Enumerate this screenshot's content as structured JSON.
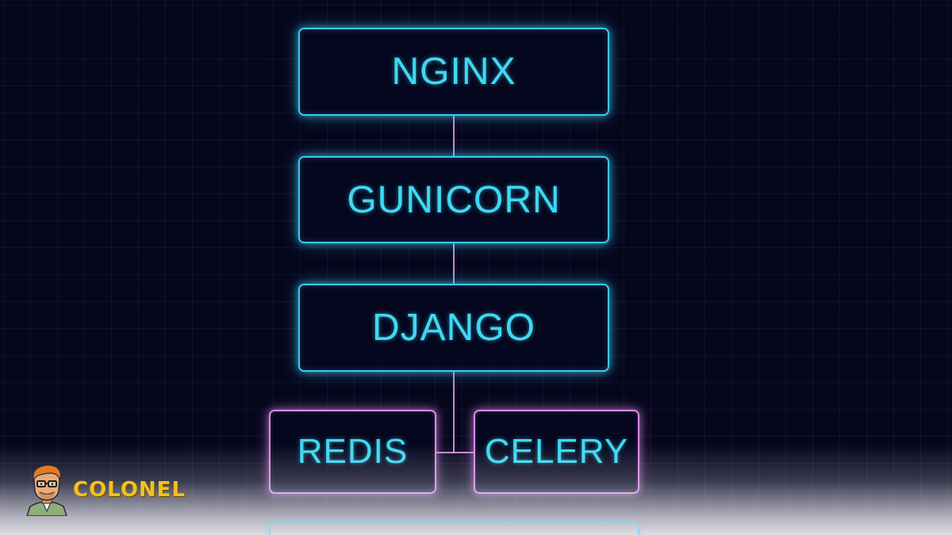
{
  "diagram": {
    "nodes": {
      "nginx": "NGINX",
      "gunicorn": "GUNICORN",
      "django": "DJANGO",
      "redis": "REDIS",
      "celery": "CELERY",
      "partial": ""
    },
    "edges": [
      [
        "nginx",
        "gunicorn"
      ],
      [
        "gunicorn",
        "django"
      ],
      [
        "django",
        "redis"
      ],
      [
        "django",
        "celery"
      ]
    ]
  },
  "brand": {
    "name": "COLONEL"
  },
  "colors": {
    "background": "#06061c",
    "primary_node": "#3cc8ee",
    "secondary_node": "#d98ae8",
    "label_text": "#3fd8f3",
    "connector": "#c28bd6",
    "brand_text": "#f2c21b"
  },
  "icons": {
    "logo": "colonel-avatar-icon"
  }
}
